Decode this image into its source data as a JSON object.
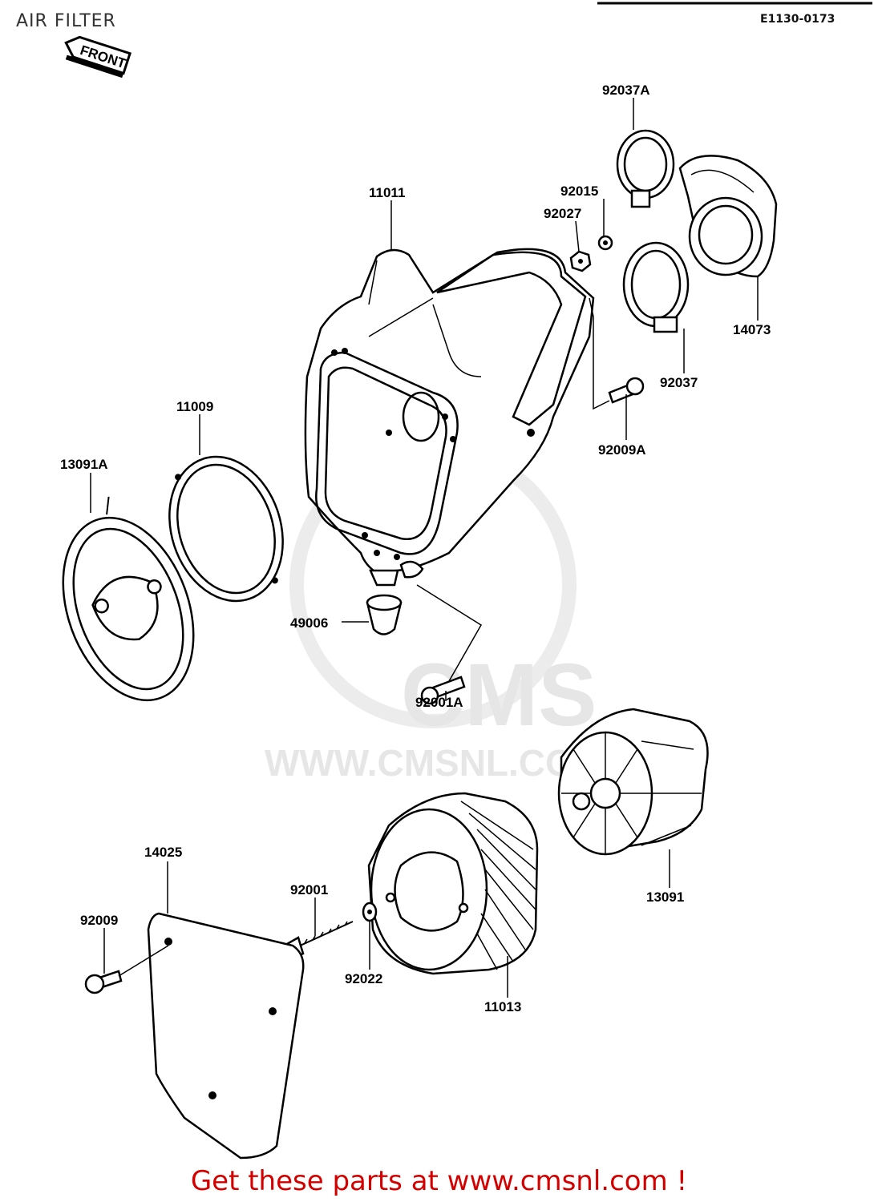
{
  "header": {
    "title": "AIR FILTER",
    "diagram_code": "E1130-0173",
    "front_marker": "FRONT"
  },
  "watermark": {
    "brand": "CMS",
    "url": "WWW.CMSNL.COM"
  },
  "parts": {
    "p92037A": "92037A",
    "p92015": "92015",
    "p92027": "92027",
    "p11011": "11011",
    "p14073": "14073",
    "p92037": "92037",
    "p92009A": "92009A",
    "p11009": "11009",
    "p13091A": "13091A",
    "p49006": "49006",
    "p92001A": "92001A",
    "p14025": "14025",
    "p92001": "92001",
    "p92009": "92009",
    "p92022": "92022",
    "p11013": "11013",
    "p13091": "13091"
  },
  "footer": {
    "link_text": "Get these parts at www.cmsnl.com !"
  }
}
